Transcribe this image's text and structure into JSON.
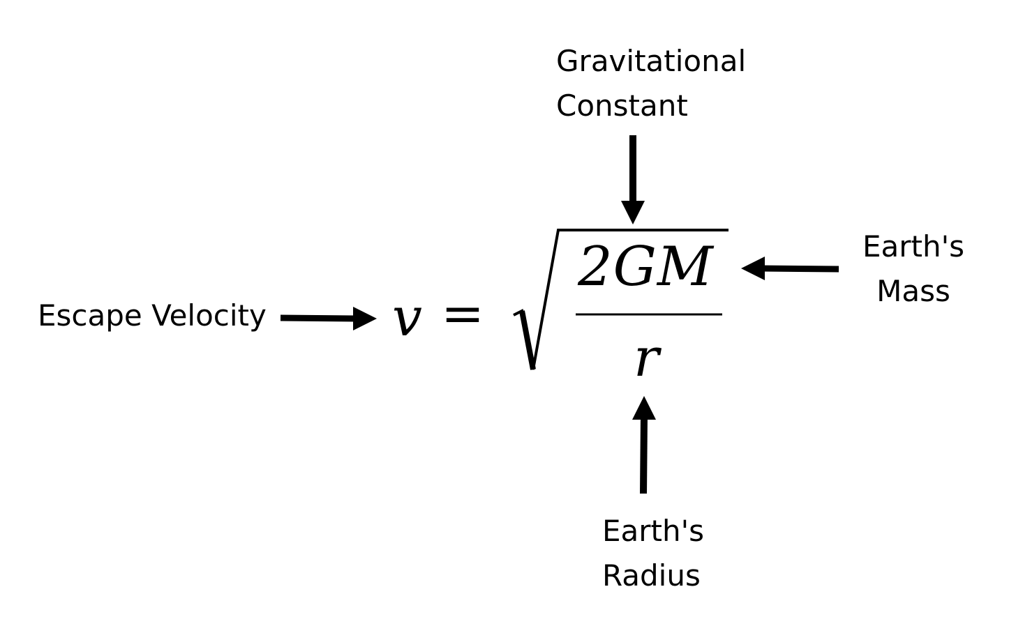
{
  "labels": {
    "escape_velocity": "Escape Velocity",
    "gravitational_constant": [
      "Gravitational",
      "Constant"
    ],
    "earths_mass": [
      "Earth's",
      "Mass"
    ],
    "earths_radius": [
      "Earth's",
      "Radius"
    ]
  },
  "equation": {
    "lhs": "v",
    "equals": "=",
    "numerator": "2GM",
    "denominator": "r"
  },
  "colors": {
    "background": "#ffffff",
    "ink": "#000000"
  }
}
